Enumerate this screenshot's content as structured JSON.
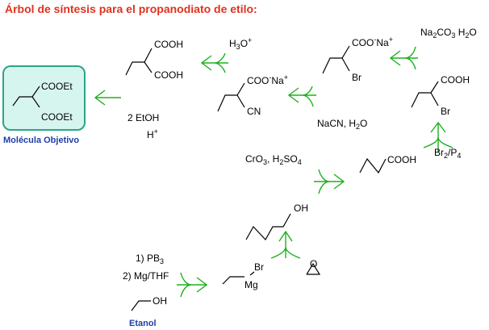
{
  "title": "Árbol de síntesis para el propanodiato de etilo:",
  "colors": {
    "title": "#e0321e",
    "label": "#1f3fa8",
    "arrow": "#1fb01f",
    "target_fill": "#d6f5ee",
    "target_border": "#2aa58a"
  },
  "target": {
    "caption": "Molécula Objetivo",
    "group_top": "COOEt",
    "group_bottom": "COOEt"
  },
  "start": {
    "caption": "Etanol",
    "group": "OH"
  },
  "diacid": {
    "group_top": "COOH",
    "group_bottom": "COOH"
  },
  "cyano_salt": {
    "group_top": "COO",
    "charge": "-",
    "counter": "Na",
    "counter_charge": "+",
    "group_bottom": "CN"
  },
  "bromo_salt": {
    "group_top": "COO",
    "charge": "-",
    "counter": "Na",
    "counter_charge": "+",
    "group_bottom": "Br"
  },
  "bromo_acid": {
    "group_top": "COOH",
    "group_bottom": "Br"
  },
  "butanoic_acid": {
    "group": "COOH"
  },
  "butanol": {
    "group": "OH"
  },
  "grignard": {
    "top": "Br",
    "metal": "Mg"
  },
  "reagents": {
    "esterification_1": "2 EtOH",
    "esterification_2": "H",
    "esterification_2_sup": "+",
    "hydrolysis": "H",
    "hydrolysis_sub": "3",
    "hydrolysis_tail": "O",
    "hydrolysis_sup": "+",
    "cyanation": "NaCN, H",
    "cyanation_sub": "2",
    "cyanation_tail": "O",
    "neutralization": "Na",
    "neutralization_sub1": "2",
    "neutralization_mid": "CO",
    "neutralization_sub2": "3",
    "neutralization_tail": " H",
    "neutralization_sub3": "2",
    "neutralization_end": "O",
    "bromination": "Br",
    "bromination_sub1": "2",
    "bromination_mid": "/P",
    "bromination_sub2": "4",
    "oxidation": "CrO",
    "oxidation_sub1": "3",
    "oxidation_mid": ", H",
    "oxidation_sub2": "2",
    "oxidation_mid2": "SO",
    "oxidation_sub3": "4",
    "step1": "1) PB",
    "step1_sub": "3",
    "step2": "2) Mg/THF"
  }
}
